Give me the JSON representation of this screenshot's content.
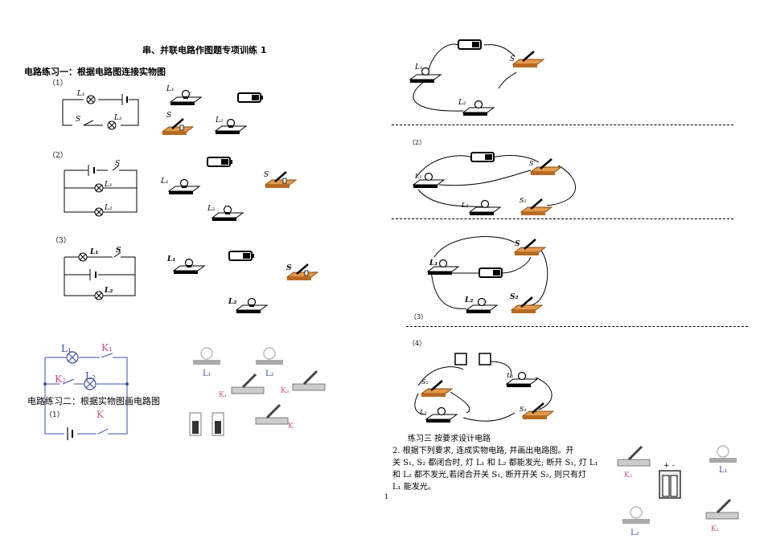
{
  "doc": {
    "title": "串、并联电路作图题专项训练 1",
    "section1_heading": "电路练习一：根据电路图连接实物图",
    "section2_heading": "电路练习二：根据实物图画电路图",
    "section3_heading": "练习三 按要求设计电路",
    "section3_text": [
      "2. 根据下列要求, 连成实物电路, 并画出电路图。开",
      "关 S₁, S₂ 都闭合时, 灯 L₁ 和 L₂ 都能发光; 断开 S₁, 灯 L₁",
      "和 L₂ 都不发光,若闭合开关 S₁, 断开开关 S₂, 则只有灯",
      "L₁ 能发光。"
    ],
    "page_number": "1"
  },
  "labels": {
    "p1": "（1）",
    "p2": "（2）",
    "p3": "（3）",
    "r2": "（2）",
    "r3": "（3）",
    "r4": "（4）",
    "s2p1": "（1）",
    "L1": "L₁",
    "L2": "L₂",
    "S": "S",
    "S1": "S₁",
    "S2": "S₂",
    "K": "K",
    "K1": "K₁",
    "K2": "K₂",
    "plus": "+",
    "minus": "-"
  },
  "colors": {
    "accent_pink": "#c8508c",
    "accent_blue": "#3c50a0",
    "wood": "#d98a3a"
  }
}
